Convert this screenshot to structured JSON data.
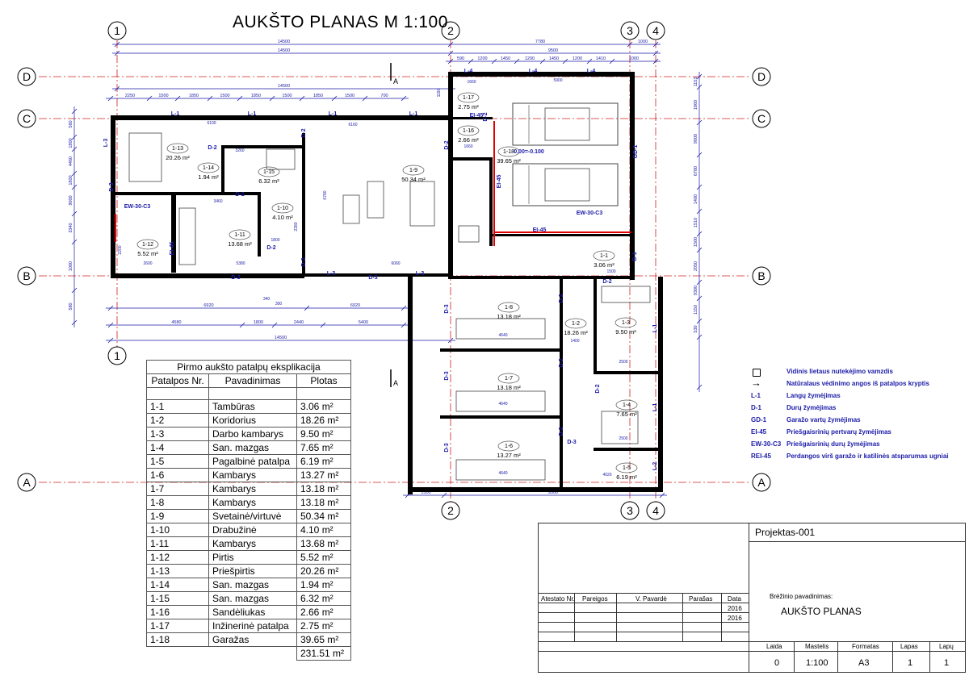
{
  "title": "AUKŠTO PLANAS M  1:100",
  "axes": {
    "num_top": [
      "1",
      "2",
      "3",
      "4"
    ],
    "num_bottom": [
      "1",
      "2",
      "3",
      "4"
    ],
    "letters_left": [
      "D",
      "C",
      "B",
      "A"
    ],
    "letters_right": [
      "D",
      "C",
      "B",
      "A"
    ]
  },
  "section_mark": "A",
  "dimensions": {
    "top_row1": [
      "14500",
      "7780",
      "1000"
    ],
    "top_row2": [
      "14500",
      "9500"
    ],
    "top_row3": [
      "590",
      "1200",
      "1450",
      "1200",
      "1450",
      "1200",
      "1410",
      "1000"
    ],
    "top_row4": [
      "14500"
    ],
    "top_row5": [
      "2250",
      "1500",
      "1850",
      "1500",
      "1850",
      "1500",
      "1850",
      "1500",
      "700"
    ],
    "left_col": [
      "560",
      "1800",
      "4460",
      "1800",
      "9000",
      "3340",
      "1000",
      "580"
    ],
    "right_col": [
      "1153",
      "1860",
      "9000",
      "6780",
      "1400",
      "1510",
      "1500",
      "2050",
      "9300",
      "1150",
      "530"
    ],
    "bottom_row1": [
      "6920",
      "6920"
    ],
    "bottom_row2": [
      "4580",
      "1800",
      "2440",
      "5400"
    ],
    "bottom_row3": [
      "14500"
    ],
    "lower_bottom": [
      "1500",
      "9500"
    ],
    "inner": [
      "6100",
      "6160",
      "3260",
      "3460",
      "5380",
      "6060",
      "2600",
      "2200",
      "5900",
      "1660",
      "1660",
      "4640",
      "4640",
      "4640",
      "2500",
      "2500",
      "4020",
      "1400",
      "1500",
      "1800",
      "340",
      "300",
      "1190",
      "2280",
      "6780"
    ]
  },
  "openings": {
    "windows": [
      "L-1",
      "L-1",
      "L-1",
      "L-1",
      "L-3",
      "L-3",
      "L-3",
      "L-4",
      "L-4",
      "L-4",
      "L-1",
      "L-1",
      "L-2"
    ],
    "doors": [
      "D-2",
      "D-2",
      "D-2",
      "D-2",
      "D-2",
      "D-2",
      "D-2",
      "D-2",
      "D-2",
      "D-2",
      "D-2",
      "D-2",
      "D-3",
      "D-3",
      "D-3",
      "D-3",
      "D-3",
      "D-3",
      "D-3",
      "D-1"
    ],
    "garage_door": "GD-1",
    "fire": [
      "EI-45",
      "EI-45",
      "EI-45",
      "EI-45",
      "EW-30-C3",
      "EW-30-C3"
    ]
  },
  "level_mark": "0.00=-0.100",
  "rooms": [
    {
      "nr": "1-1",
      "area": "3.06 m²"
    },
    {
      "nr": "1-2",
      "area": "18.26 m²"
    },
    {
      "nr": "1-3",
      "area": "9.50 m²"
    },
    {
      "nr": "1-4",
      "area": "7.65 m²"
    },
    {
      "nr": "1-5",
      "area": "6.19 m²"
    },
    {
      "nr": "1-6",
      "area": "13.27 m²"
    },
    {
      "nr": "1-7",
      "area": "13.18 m²"
    },
    {
      "nr": "1-8",
      "area": "13.18 m²"
    },
    {
      "nr": "1-9",
      "area": "50.34 m²"
    },
    {
      "nr": "1-10",
      "area": "4.10 m²"
    },
    {
      "nr": "1-11",
      "area": "13.68 m²"
    },
    {
      "nr": "1-12",
      "area": "5.52 m²"
    },
    {
      "nr": "1-13",
      "area": "20.26 m²"
    },
    {
      "nr": "1-14",
      "area": "1.94 m²"
    },
    {
      "nr": "1-15",
      "area": "6.32 m²"
    },
    {
      "nr": "1-16",
      "area": "2.66 m²"
    },
    {
      "nr": "1-17",
      "area": "2.75 m²"
    },
    {
      "nr": "1-18",
      "area": "39.65 m²"
    }
  ],
  "explication": {
    "caption": "Pirmo aukšto patalpų eksplikacija",
    "headers": [
      "Patalpos Nr.",
      "Pavadinimas",
      "Plotas"
    ],
    "rows": [
      [
        "1-1",
        "Tambūras",
        "3.06 m²"
      ],
      [
        "1-2",
        "Koridorius",
        "18.26 m²"
      ],
      [
        "1-3",
        "Darbo kambarys",
        "9.50 m²"
      ],
      [
        "1-4",
        "San. mazgas",
        "7.65 m²"
      ],
      [
        "1-5",
        "Pagalbinė patalpa",
        "6.19 m²"
      ],
      [
        "1-6",
        "Kambarys",
        "13.27 m²"
      ],
      [
        "1-7",
        "Kambarys",
        "13.18 m²"
      ],
      [
        "1-8",
        "Kambarys",
        "13.18 m²"
      ],
      [
        "1-9",
        "Svetainė/virtuvė",
        "50.34 m²"
      ],
      [
        "1-10",
        "Drabužinė",
        "4.10 m²"
      ],
      [
        "1-11",
        "Kambarys",
        "13.68 m²"
      ],
      [
        "1-12",
        "Pirtis",
        "5.52 m²"
      ],
      [
        "1-13",
        "Priešpirtis",
        "20.26 m²"
      ],
      [
        "1-14",
        "San. mazgas",
        "1.94 m²"
      ],
      [
        "1-15",
        "San. mazgas",
        "6.32 m²"
      ],
      [
        "1-16",
        "Sandėliukas",
        "2.66 m²"
      ],
      [
        "1-17",
        "Inžinerinė patalpa",
        "2.75 m²"
      ],
      [
        "1-18",
        "Garažas",
        "39.65 m²"
      ]
    ],
    "total": "231.51 m²"
  },
  "legend": [
    {
      "key": "",
      "text": "Vidinis lietaus nutekėjimo vamzdis",
      "icon": "drain-pipe-icon"
    },
    {
      "key": "",
      "text": "Natūralaus vėdinimo angos iš patalpos  kryptis",
      "icon": "arrow-right-icon"
    },
    {
      "key": "L-1",
      "text": "Langų žymėjimas"
    },
    {
      "key": "D-1",
      "text": "Durų žymėjimas"
    },
    {
      "key": "GD-1",
      "text": "Garažo vartų žymėjimas"
    },
    {
      "key": "EI-45",
      "text": "Priešgaisrinių pertvarų žymėjimas"
    },
    {
      "key": "EW-30-C3",
      "text": "Priešgaisrinių durų žymėjimas"
    },
    {
      "key": "REI-45",
      "text": "Perdangos virš garažo ir katilinės  atsparumas ugniai"
    }
  ],
  "title_block": {
    "project": "Projektas-001",
    "sign_headers": [
      "Atestato Nr.",
      "Pareigos",
      "V. Pavardė",
      "Parašas",
      "Data"
    ],
    "dates": [
      "2016",
      "2016"
    ],
    "drawing_name_label": "Brėžinio pavadinimas:",
    "drawing_name": "AUKŠTO PLANAS",
    "bottom_headers": [
      "Laida",
      "Mastelis",
      "Formatas",
      "Lapas",
      "Lapų"
    ],
    "bottom_values": [
      "0",
      "1:100",
      "A3",
      "1",
      "1"
    ]
  },
  "colors": {
    "wall": "#000000",
    "axis": "#d22020",
    "dim": "#1a1aa8",
    "fire": "#e00000",
    "label": "#1a1aa8"
  }
}
